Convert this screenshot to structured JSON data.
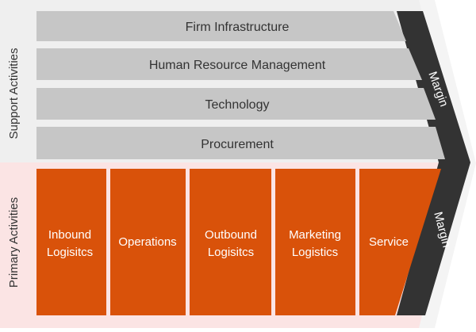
{
  "diagram": {
    "side_labels": {
      "support": "Support Activities",
      "primary": "Primary Activities"
    },
    "support_activities": [
      "Firm Infrastructure",
      "Human Resource Management",
      "Technology",
      "Procurement"
    ],
    "primary_activities": [
      {
        "line1": "Inbound",
        "line2": "Logisitcs"
      },
      {
        "line1": "Operations",
        "line2": ""
      },
      {
        "line1": "Outbound",
        "line2": "Logisitcs"
      },
      {
        "line1": "Marketing",
        "line2": "Logistics"
      },
      {
        "line1": "Service",
        "line2": ""
      }
    ],
    "margin_labels": {
      "top": "Margin",
      "bottom": "Margin"
    },
    "colors": {
      "support_bar": "#c6c6c6",
      "support_zone": "#efefef",
      "primary_block": "#d9520a",
      "primary_zone": "#fbe4e4",
      "margin_chevron": "#333333"
    }
  }
}
